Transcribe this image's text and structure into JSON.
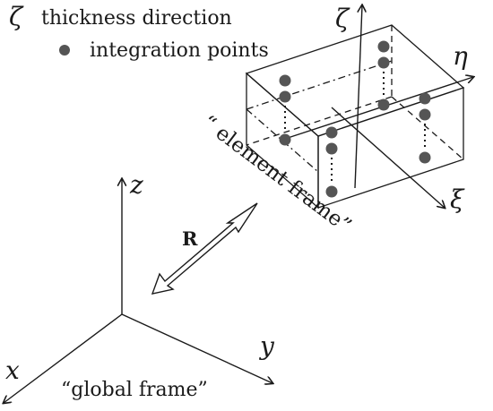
{
  "legend": {
    "zeta_symbol": "ζ",
    "zeta_label": "thickness direction",
    "points_label": "integration points"
  },
  "element": {
    "frame_label": "“ element frame”",
    "axis_eta": "η",
    "axis_xi": "ξ",
    "axis_zeta": "ζ"
  },
  "global": {
    "frame_label": "“global frame”",
    "axis_x": "x",
    "axis_y": "y",
    "axis_z": "z",
    "rotation_label": "R"
  },
  "colors": {
    "line": "#1a1a1a",
    "point": "#555555"
  }
}
